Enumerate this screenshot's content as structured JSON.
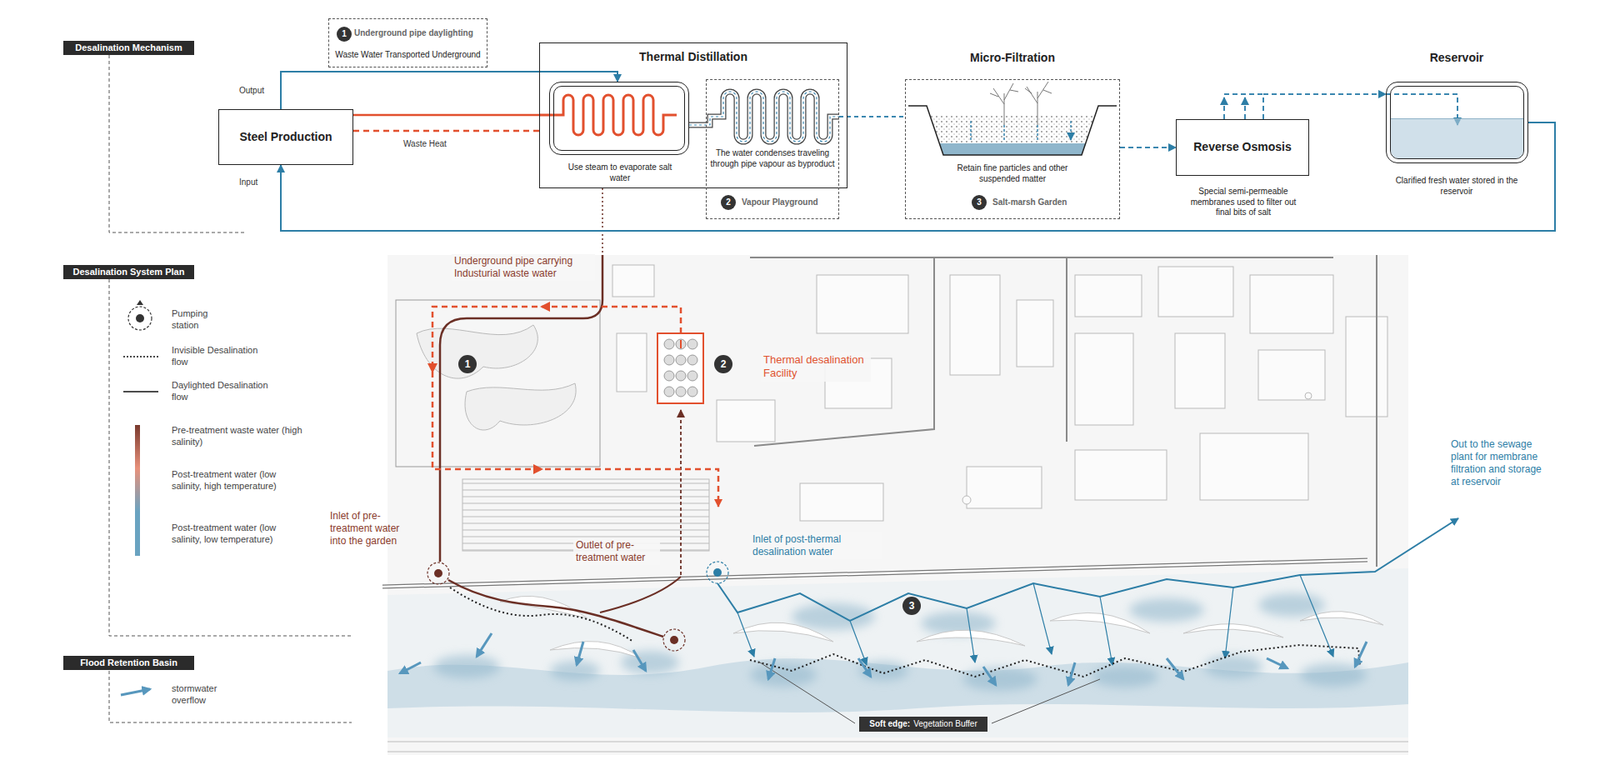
{
  "diagram": {
    "nodes": [
      {
        "text": [
          "Desalination Mechanism"
        ]
      },
      {
        "text": [
          "Steel Production"
        ]
      },
      {
        "text": [
          "Underground pipe daylighting",
          "Waste Water Transported Underground"
        ]
      },
      {
        "text": [
          "1"
        ],
        "in": 2
      },
      {
        "text": [
          "Thermal Distillation"
        ]
      },
      {
        "text": [
          "Use steam to evaporate salt water"
        ],
        "in": 4
      },
      {
        "text": [
          "The water condenses traveling through pipe vapour as byproduct",
          "Vapour Playground"
        ]
      },
      {
        "text": [
          "2"
        ],
        "in": 6
      },
      {
        "text": [
          "Micro-Filtration",
          "Retain fine particles and other suspended matter",
          "Salt-marsh Garden"
        ]
      },
      {
        "text": [
          "3"
        ],
        "in": 8
      },
      {
        "text": [
          "Reverse Osmosis",
          "Special semi-permeable membranes used to filter out final bits of salt"
        ]
      },
      {
        "text": [
          "Reservoir",
          "Clarified fresh water stored in the reservoir"
        ]
      },
      {
        "text": [
          "Desalination System Plan"
        ]
      },
      {
        "text": [
          "1"
        ]
      },
      {
        "text": [
          "2"
        ]
      },
      {
        "text": [
          "3"
        ]
      },
      {
        "text": [
          "Flood Retention Basin"
        ]
      },
      {
        "text": [
          "Soft edge:",
          "Vegetation Buffer"
        ]
      }
    ],
    "edges": [
      {
        "from": 1,
        "to": 5,
        "arrow": "to"
      },
      {
        "from": 1,
        "to": 4,
        "label": "Waste Heat",
        "arrow": "none"
      },
      {
        "from": 6,
        "to": 8,
        "arrow": "none"
      },
      {
        "from": 8,
        "to": 10,
        "arrow": "to"
      },
      {
        "from": 10,
        "to": 11,
        "arrow": "to"
      },
      {
        "from": 11,
        "to": 1,
        "arrow": "to"
      }
    ],
    "labels": [
      "Output",
      "Input",
      "Underground pipe carrying Industurial waste water",
      "Thermal desalination Facility",
      "Inlet of pre-treatment water into the garden",
      "Outlet of pre-treatment water",
      "Inlet of post-thermal desalination water",
      "Out to the sewage plant for membrane filtration and storage at reservoir"
    ],
    "legend": [
      {
        "text": "Pumping station"
      },
      {
        "text": "Invisible Desalination flow"
      },
      {
        "text": "Daylighted Desalination flow"
      },
      {
        "text": "Pre-treatment waste water (high salinity)",
        "color": "#7a3a2e"
      },
      {
        "text": "Post-treatment water (low salinity, high temperature)",
        "color": "#e8917b"
      },
      {
        "text": "Post-treatment water (low salinity, low temperature)",
        "color": "#6aa3c1"
      },
      {
        "text": "stormwater overflow"
      }
    ]
  }
}
